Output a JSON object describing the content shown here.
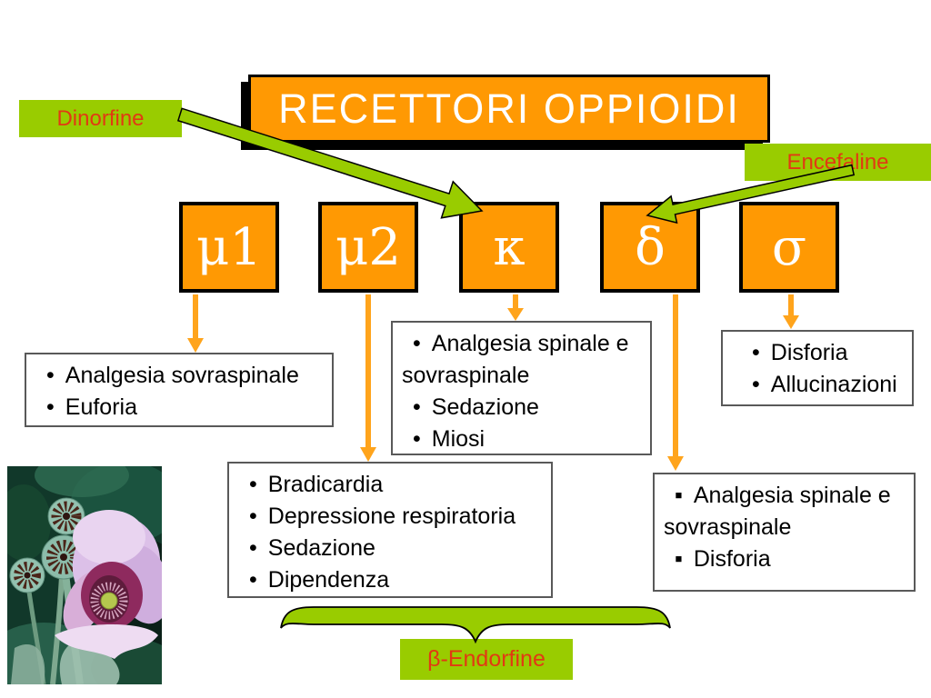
{
  "title": "RECETTORI OPPIOIDI",
  "callouts": {
    "dinorfine": "Dinorfine",
    "encefaline": "Encefaline",
    "endorfine": "β-Endorfine"
  },
  "receptors": [
    {
      "symbol": "μ1",
      "bullet": "•",
      "effects": [
        "Analgesia sovraspinale",
        "Euforia"
      ]
    },
    {
      "symbol": "μ2",
      "bullet": "•",
      "effects": [
        "Bradicardia",
        "Depressione respiratoria",
        "Sedazione",
        "Dipendenza"
      ]
    },
    {
      "symbol": "κ",
      "bullet": "•",
      "effects": [
        "Analgesia spinale e sovraspinale",
        "Sedazione",
        "Miosi"
      ]
    },
    {
      "symbol": "δ",
      "bullet": "▪",
      "effects": [
        "Analgesia spinale e sovraspinale",
        "Disforia"
      ]
    },
    {
      "symbol": "σ",
      "bullet": "•",
      "effects": [
        "Disforia",
        "Allucinazioni"
      ]
    }
  ],
  "image": {
    "description": "opium poppy flower with seed pods"
  },
  "colors": {
    "orange": "#FF9903",
    "connector_orange": "#FFA41C",
    "green": "#99CC00",
    "red_text": "#E23913",
    "list_border": "#595959"
  }
}
